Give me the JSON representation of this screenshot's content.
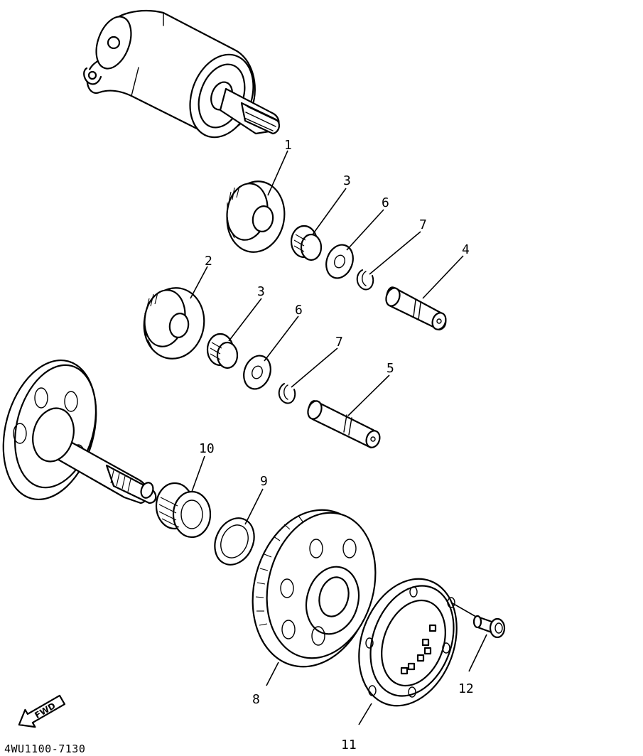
{
  "diagram_code": "4WU1100-7130",
  "fwd_label": "FWD",
  "callouts": [
    {
      "id": "c1",
      "text": "1"
    },
    {
      "id": "c2",
      "text": "2"
    },
    {
      "id": "c3a",
      "text": "3"
    },
    {
      "id": "c3b",
      "text": "3"
    },
    {
      "id": "c4",
      "text": "4"
    },
    {
      "id": "c5",
      "text": "5"
    },
    {
      "id": "c6a",
      "text": "6"
    },
    {
      "id": "c6b",
      "text": "6"
    },
    {
      "id": "c7a",
      "text": "7"
    },
    {
      "id": "c7b",
      "text": "7"
    },
    {
      "id": "c8",
      "text": "8"
    },
    {
      "id": "c9",
      "text": "9"
    },
    {
      "id": "c10",
      "text": "10"
    },
    {
      "id": "c11",
      "text": "11"
    },
    {
      "id": "c12",
      "text": "12"
    }
  ]
}
